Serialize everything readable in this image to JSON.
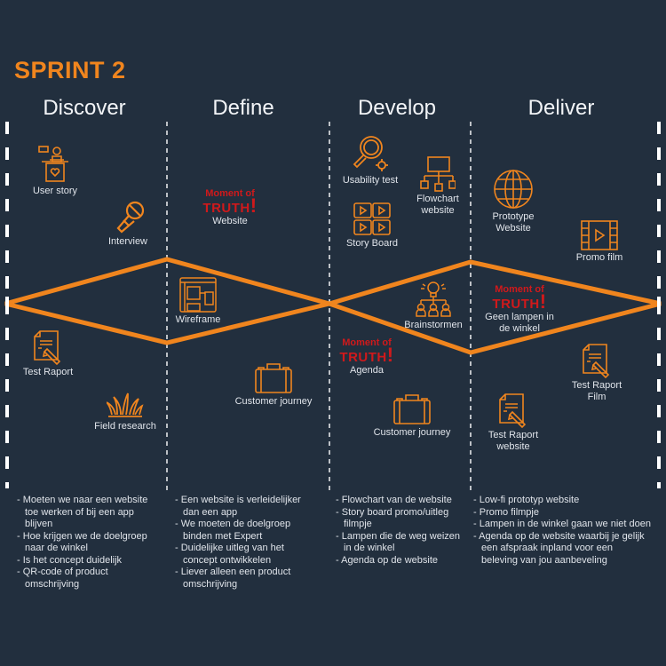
{
  "title": "SPRINT 2",
  "colors": {
    "background": "#222f3e",
    "accent": "#f0851e",
    "truth": "#d0191b",
    "text": "#e0e4ea"
  },
  "phases": [
    "Discover",
    "Define",
    "Develop",
    "Deliver"
  ],
  "items": {
    "user_story": {
      "label": "User story",
      "icon": "speaker-podium-icon"
    },
    "interview": {
      "label": "Interview",
      "icon": "microphone-icon"
    },
    "wireframe": {
      "label": "Wireframe",
      "icon": "wireframe-icon"
    },
    "test_raport": {
      "label": "Test Raport",
      "icon": "document-pencil-icon"
    },
    "field_research": {
      "label": "Field research",
      "icon": "grass-icon"
    },
    "customer_journey_define": {
      "label": "Customer journey",
      "icon": "briefcase-icon"
    },
    "usability_test": {
      "label": "Usability test",
      "icon": "magnifier-gear-icon"
    },
    "flowchart": {
      "label_1": "Flowchart",
      "label_2": "website",
      "icon": "flowchart-icon"
    },
    "story_board": {
      "label": "Story Board",
      "icon": "storyboard-icon"
    },
    "brainstormen": {
      "label": "Brainstormen",
      "icon": "lightbulb-team-icon"
    },
    "customer_journey_develop": {
      "label": "Customer journey",
      "icon": "briefcase-icon"
    },
    "prototype": {
      "label_1": "Prototype",
      "label_2": "Website",
      "icon": "globe-icon"
    },
    "promo_film": {
      "label": "Promo film",
      "icon": "film-icon"
    },
    "test_raport_film": {
      "label_1": "Test Raport",
      "label_2": "Film",
      "icon": "document-pencil-icon"
    },
    "test_raport_website": {
      "label_1": "Test Raport",
      "label_2": "website",
      "icon": "document-pencil-icon"
    }
  },
  "moments_of_truth": {
    "line1": "Moment of",
    "line2": "TRUTH",
    "bang": "!",
    "define": "Website",
    "develop": "Agenda",
    "deliver_1": "Geen lampen in",
    "deliver_2": "de winkel"
  },
  "notes": {
    "discover": [
      "Moeten we naar een website toe werken of bij een app blijven",
      "Hoe krijgen we de doelgroep naar de winkel",
      "Is het concept duidelijk",
      "QR-code of product omschrijving"
    ],
    "define": [
      "Een website is verleidelijker dan een app",
      "We moeten de doelgroep binden met Expert",
      "Duidelijke uitleg van het concept ontwikkelen",
      "Liever alleen een product omschrijving"
    ],
    "develop": [
      "Flowchart van de website",
      "Story board promo/uitleg filmpje",
      "Lampen die de weg weizen in de winkel",
      "Agenda op de website"
    ],
    "deliver": [
      "Low-fi prototyp website",
      "Promo filmpje",
      "Lampen in de winkel gaan we niet doen",
      "Agenda op de website waarbij je gelijk een afspraak inpland voor een beleving van jou aanbeveling"
    ]
  }
}
